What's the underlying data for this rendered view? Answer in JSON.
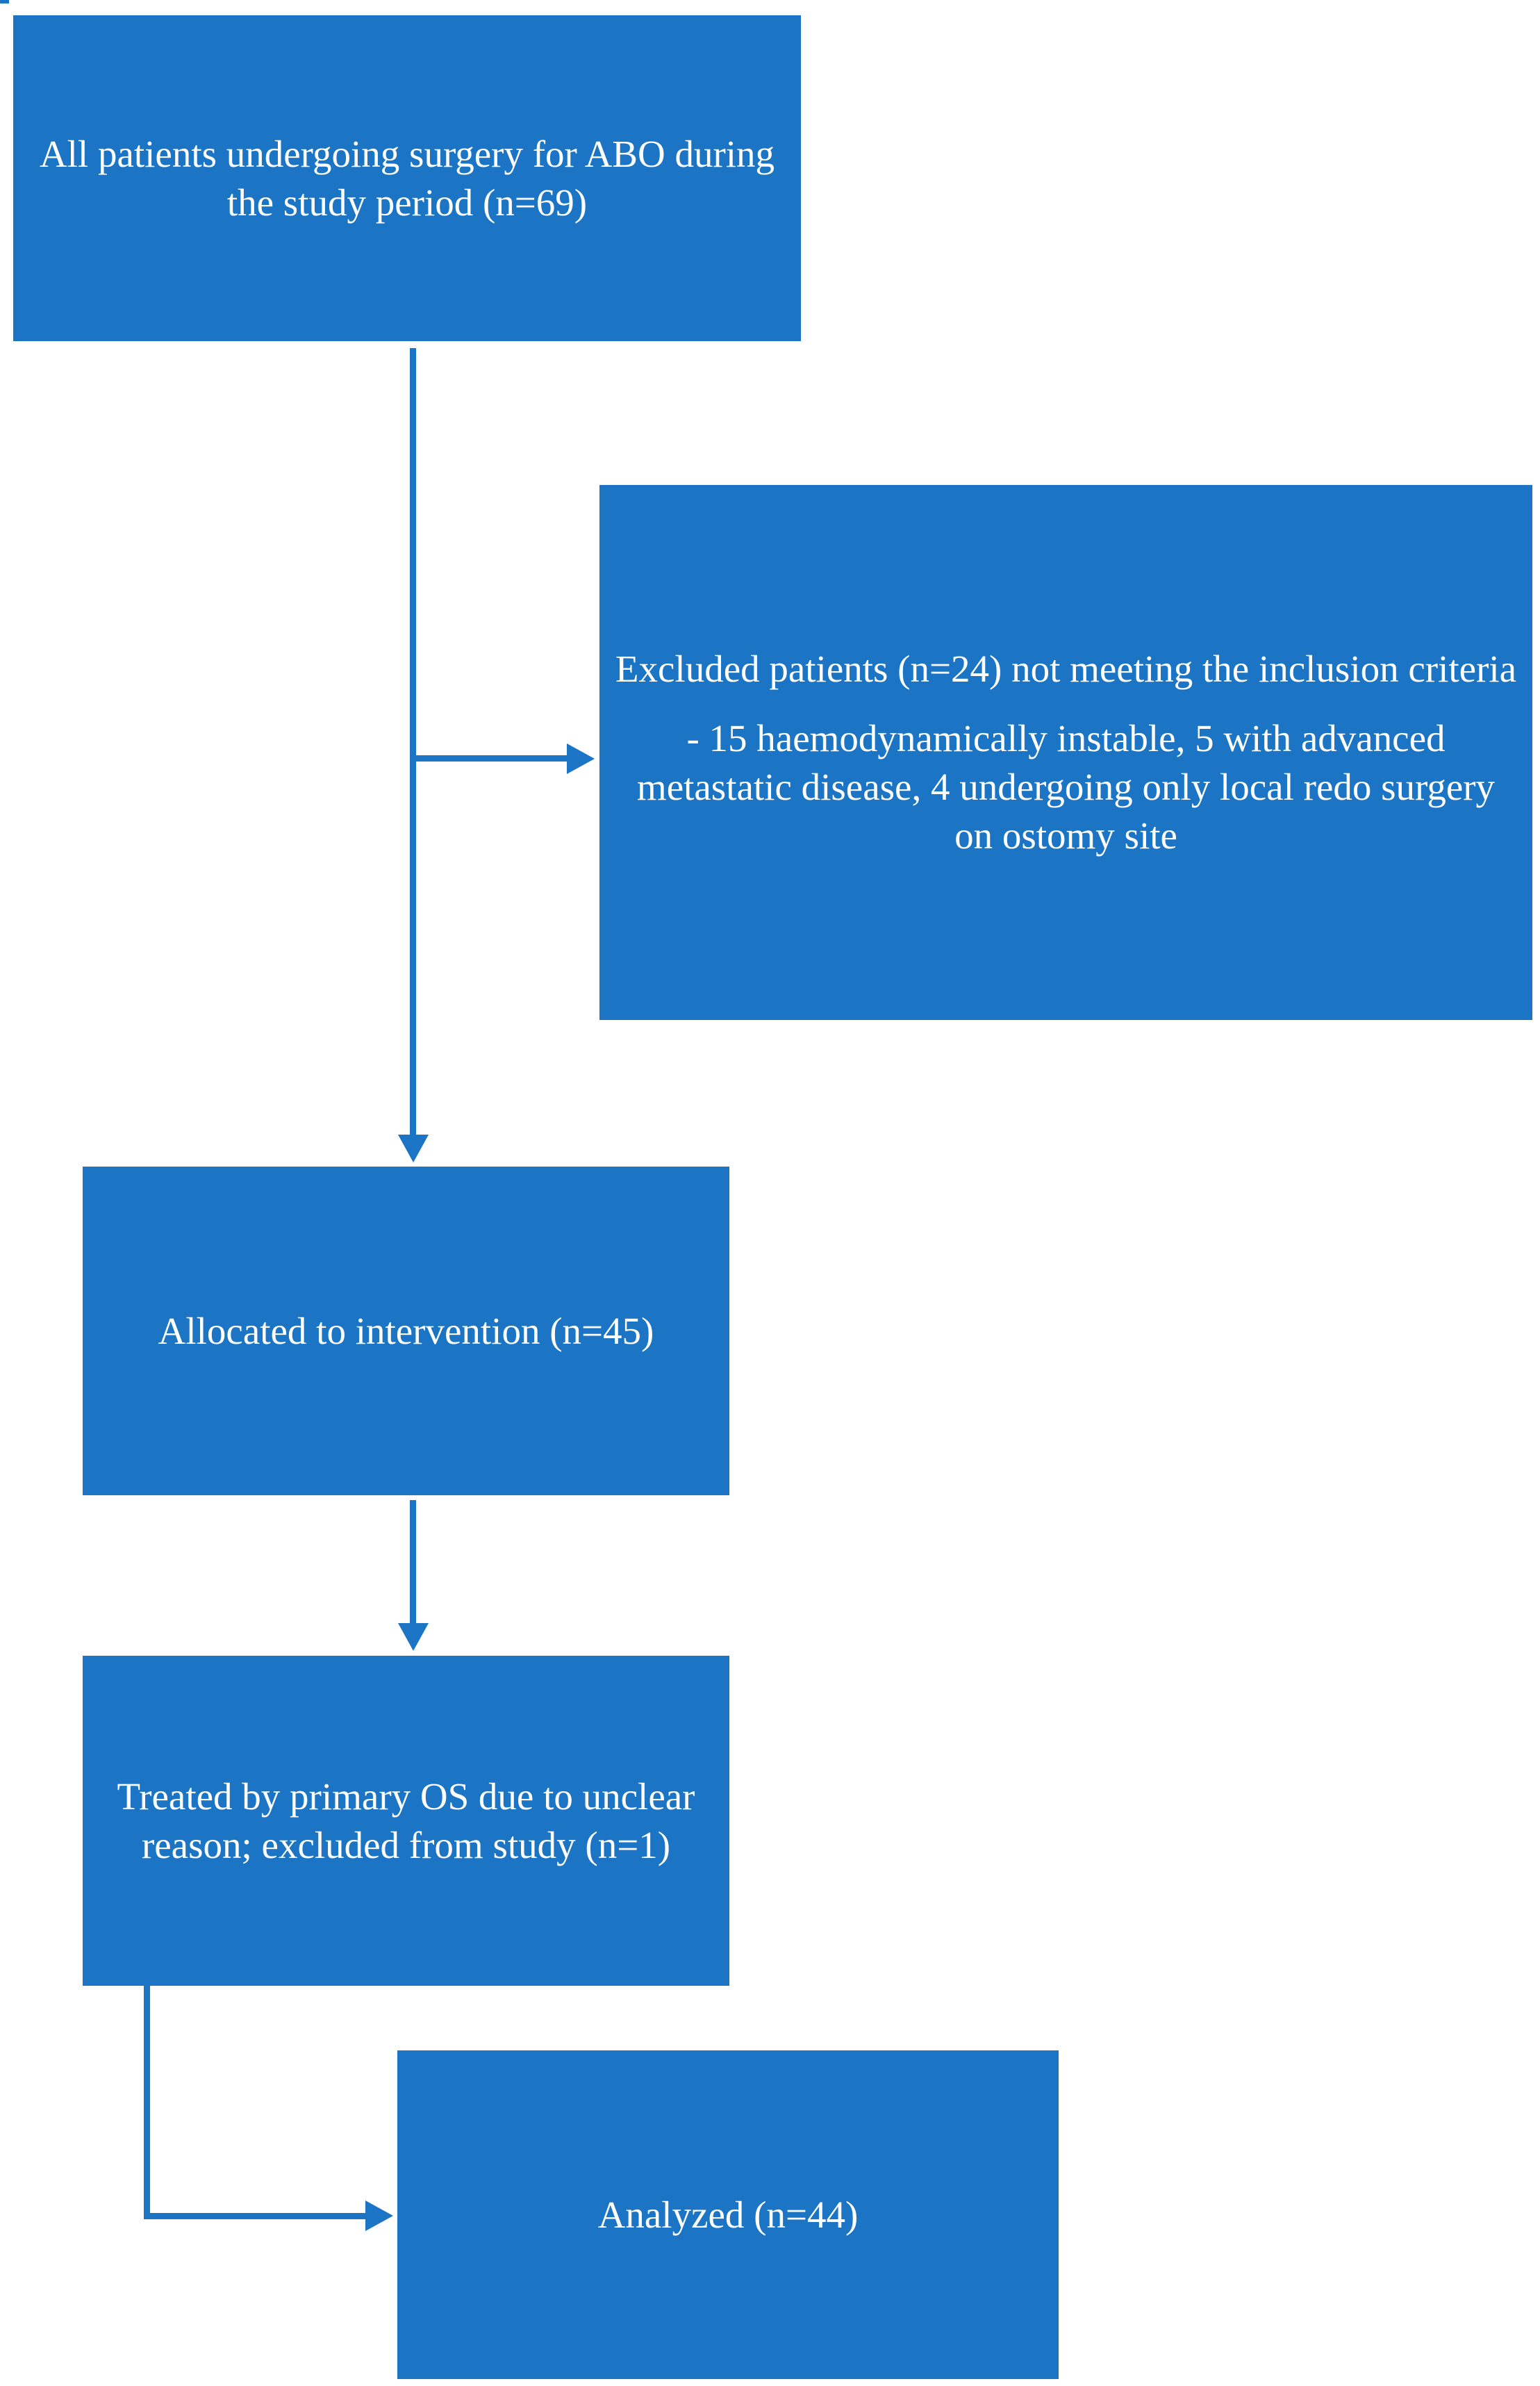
{
  "colors": {
    "accent": "#1b74c4",
    "text": "#ffffff",
    "background": "#ffffff"
  },
  "boxes": {
    "enrollment": {
      "label": "All patients undergoing surgery for ABO during the study period (n=69)"
    },
    "excluded": {
      "heading": "Excluded patients (n=24) not meeting the inclusion criteria",
      "details": "- 15 haemodynamically instable, 5 with advanced metastatic disease, 4 undergoing only local redo surgery on ostomy site"
    },
    "allocated": {
      "label": "Allocated to intervention (n=45)"
    },
    "treated": {
      "label": "Treated by primary OS due to unclear reason; excluded from study (n=1)"
    },
    "analyzed": {
      "label": "Analyzed (n=44)"
    }
  }
}
